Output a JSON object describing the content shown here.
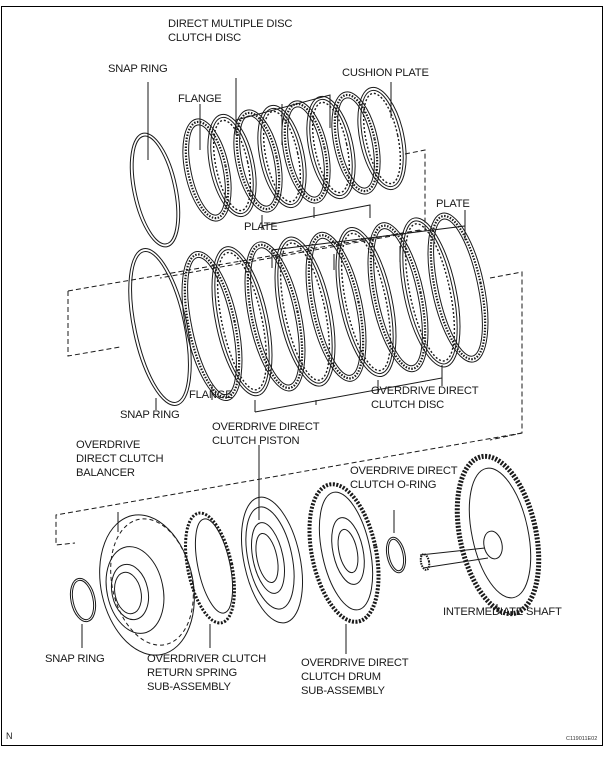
{
  "figure_code": "C119011E02",
  "corner_mark": "N",
  "top_group": {
    "disc_label": [
      "DIRECT MULTIPLE DISC",
      "CLUTCH DISC"
    ],
    "snap_ring": "SNAP RING",
    "flange": "FLANGE",
    "cushion_plate": "CUSHION PLATE",
    "plate": "PLATE"
  },
  "middle_group": {
    "plate": "PLATE",
    "snap_ring": "SNAP RING",
    "flange": "FLANGE",
    "disc_label": [
      "OVERDRIVE DIRECT",
      "CLUTCH DISC"
    ]
  },
  "bottom_group": {
    "piston": [
      "OVERDRIVE DIRECT",
      "CLUTCH PISTON"
    ],
    "balancer": [
      "OVERDRIVE",
      "DIRECT CLUTCH",
      "BALANCER"
    ],
    "o_ring": [
      "OVERDRIVE DIRECT",
      "CLUTCH O-RING"
    ],
    "snap_ring": "SNAP RING",
    "return_spring": [
      "OVERDRIVER CLUTCH",
      "RETURN SPRING",
      "SUB-ASSEMBLY"
    ],
    "drum": [
      "OVERDRIVE DIRECT",
      "CLUTCH DRUM",
      "SUB-ASSEMBLY"
    ],
    "intermediate_shaft": "INTERMEDIATE SHAFT"
  },
  "colors": {
    "ink": "#1a1a1a",
    "background": "#ffffff"
  }
}
